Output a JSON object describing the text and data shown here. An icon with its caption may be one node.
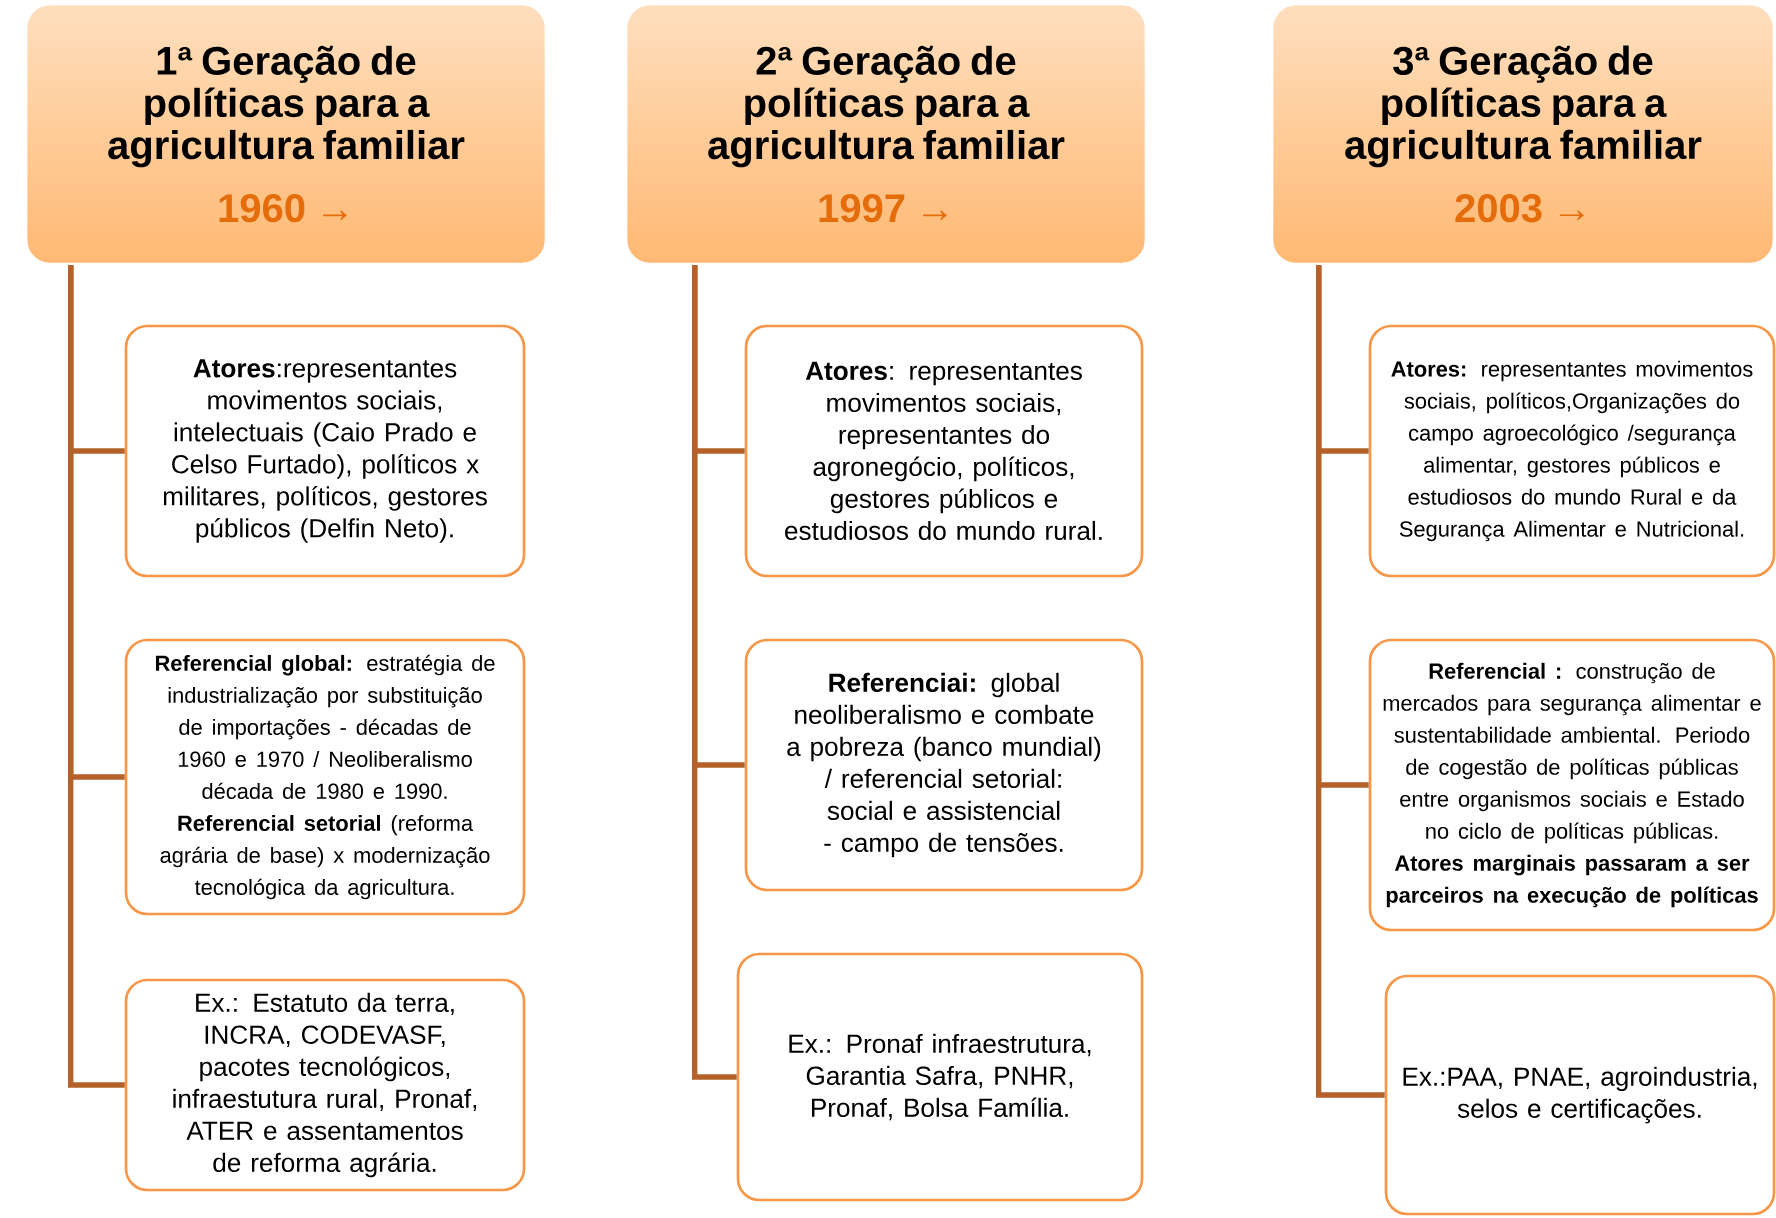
{
  "diagram": {
    "nodes": [
      {
        "text": [
          "1ª Geração de políticas para a agricultura familiar",
          "1960 →"
        ]
      },
      {
        "text": [
          "**Atores**:representantes movimentos sociais, intelectuais (Caio Prado e Celso Furtado), políticos x militares, políticos, gestores públicos (Delfin Neto)."
        ]
      },
      {
        "text": [
          "**Referencial global:**  estratégia de industrialização por substituição de importações  - décadas de 1960 e 1970 / Neoliberalismo década de 1980 e 1990. **Referencial setorial** (reforma agrária de base) x modernização tecnológica da agricultura."
        ]
      },
      {
        "text": [
          "Ex.: Estatuto da terra, INCRA, CODEVASF, pacotes tecnológicos, infraestutura rural, Pronaf, ATER e assentamentos de reforma agrária."
        ]
      },
      {
        "text": [
          "2ª Geração de políticas para a agricultura familiar",
          "1997 →"
        ]
      },
      {
        "text": [
          "**Atores**: representantes movimentos sociais, representantes do agronegócio, políticos, gestores públicos e estudiosos do mundo rural."
        ]
      },
      {
        "text": [
          "**Referenciai:** global neoliberalismo e combate a pobreza (banco mundial) / referencial setorial: social e assistencial - campo de tensões."
        ]
      },
      {
        "text": [
          "Ex.: Pronaf infraestrutura, Garantia Safra, PNHR, Pronaf, Bolsa Família."
        ]
      },
      {
        "text": [
          "3ª Geração de políticas para a agricultura familiar",
          "2003 →"
        ]
      },
      {
        "text": [
          "**Atores:** representantes movimentos sociais, políticos,Organizações do campo agroecológico /segurança alimentar, gestores públicos e estudiosos do mundo Rural e da Segurança Alimentar e Nutricional."
        ]
      },
      {
        "text": [
          "**Referencial :** construção de mercados para segurança alimentar e sustentabilidade ambiental. Periodo de cogestão de políticas públicas entre organismos sociais e Estado no ciclo de políticas públicas. **Atores marginais passaram a ser parceiros na execução de políticas**"
        ]
      },
      {
        "text": [
          "Ex.:PAA, PNAE, agroindustria, selos e certificações."
        ]
      }
    ],
    "edges": [
      {
        "from": 0,
        "to": 1,
        "arrow": "none"
      },
      {
        "from": 0,
        "to": 2,
        "arrow": "none"
      },
      {
        "from": 0,
        "to": 3,
        "arrow": "none"
      },
      {
        "from": 4,
        "to": 5,
        "arrow": "none"
      },
      {
        "from": 4,
        "to": 6,
        "arrow": "none"
      },
      {
        "from": 4,
        "to": 7,
        "arrow": "none"
      },
      {
        "from": 8,
        "to": 9,
        "arrow": "none"
      },
      {
        "from": 8,
        "to": 10,
        "arrow": "none"
      },
      {
        "from": 8,
        "to": 11,
        "arrow": "none"
      }
    ]
  }
}
